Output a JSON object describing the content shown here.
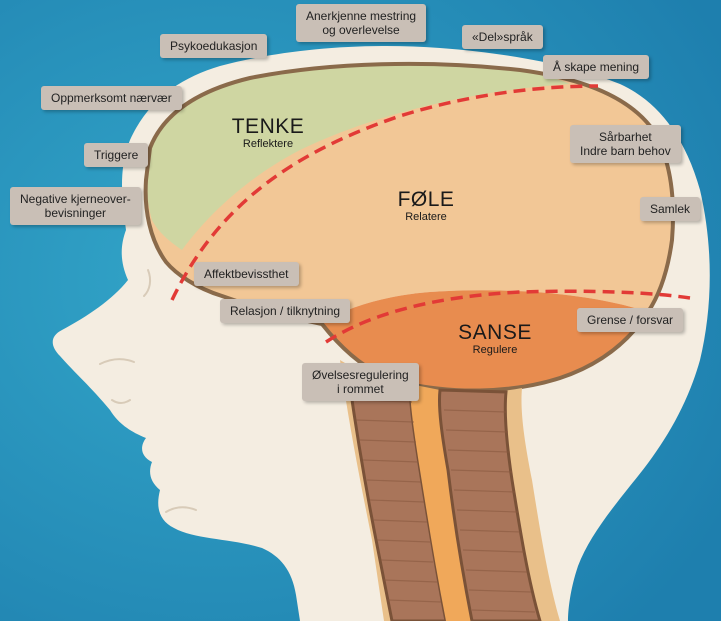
{
  "colors": {
    "background": "#2a8fb8",
    "head_outline": "#f4ede1",
    "tenke_zone": "#cfd6a2",
    "fole_zone": "#f2c796",
    "sanse_zone": "#e88c4f",
    "brain_outline": "#8a6a4a",
    "divider": "#e23a36",
    "label_bg": "#c9bfb6"
  },
  "zones": {
    "tenke": {
      "title": "TENKE",
      "subtitle": "Reflektere"
    },
    "fole": {
      "title": "FØLE",
      "subtitle": "Relatere"
    },
    "sanse": {
      "title": "SANSE",
      "subtitle": "Regulere"
    }
  },
  "labels": {
    "anerkjenne": [
      "Anerkjenne mestring",
      "og overlevelse"
    ],
    "psykoedukasjon": "Psykoedukasjon",
    "delsprak": "«Del»språk",
    "skape_mening": "Å skape mening",
    "oppmerksomt": "Oppmerksomt nærvær",
    "triggere": "Triggere",
    "sarbarhet": [
      "Sårbarhet",
      "Indre barn behov"
    ],
    "negative": [
      "Negative kjerneover-",
      "bevisninger"
    ],
    "samlek": "Samlek",
    "affekt": "Affektbevissthet",
    "relasjon": "Relasjon / tilknytning",
    "grense": "Grense / forsvar",
    "ovelse": [
      "Øvelsesregulering",
      "i rommet"
    ]
  }
}
